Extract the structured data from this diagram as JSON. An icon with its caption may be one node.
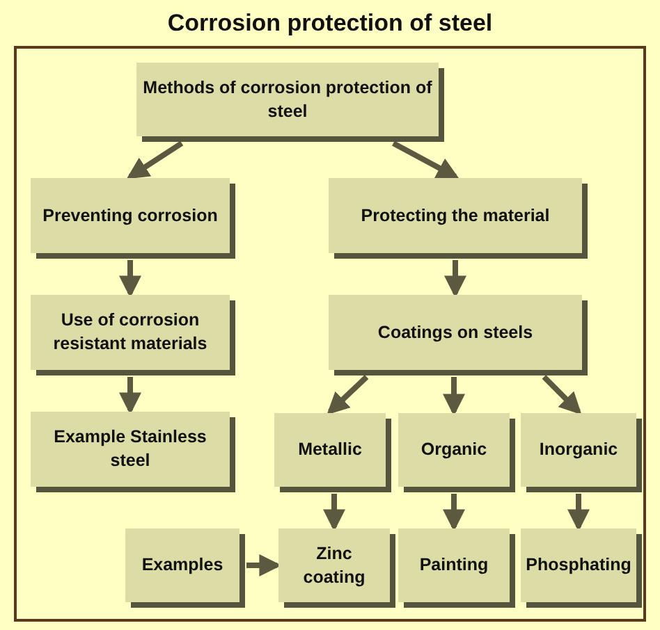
{
  "diagram": {
    "title": "Corrosion protection of steel",
    "nodes": [
      {
        "text": [
          "Methods of corrosion protection of steel"
        ]
      },
      {
        "text": [
          "Preventing corrosion"
        ]
      },
      {
        "text": [
          "Protecting the material"
        ]
      },
      {
        "text": [
          "Use of corrosion resistant materials"
        ]
      },
      {
        "text": [
          "Example Stainless steel"
        ]
      },
      {
        "text": [
          "Coatings on steels"
        ]
      },
      {
        "text": [
          "Metallic"
        ]
      },
      {
        "text": [
          "Organic"
        ]
      },
      {
        "text": [
          "Inorganic"
        ]
      },
      {
        "text": [
          "Examples"
        ]
      },
      {
        "text": [
          "Zinc coating"
        ]
      },
      {
        "text": [
          "Painting"
        ]
      },
      {
        "text": [
          "Phosphating"
        ]
      }
    ],
    "edges": [
      {
        "from": 0,
        "to": 1,
        "arrow": "to"
      },
      {
        "from": 0,
        "to": 2,
        "arrow": "to"
      },
      {
        "from": 1,
        "to": 3,
        "arrow": "to"
      },
      {
        "from": 3,
        "to": 4,
        "arrow": "to"
      },
      {
        "from": 2,
        "to": 5,
        "arrow": "to"
      },
      {
        "from": 5,
        "to": 6,
        "arrow": "to"
      },
      {
        "from": 5,
        "to": 7,
        "arrow": "to"
      },
      {
        "from": 5,
        "to": 8,
        "arrow": "to"
      },
      {
        "from": 6,
        "to": 10,
        "arrow": "to"
      },
      {
        "from": 7,
        "to": 11,
        "arrow": "to"
      },
      {
        "from": 8,
        "to": 12,
        "arrow": "to"
      },
      {
        "from": 9,
        "to": 10,
        "arrow": "to"
      }
    ]
  }
}
